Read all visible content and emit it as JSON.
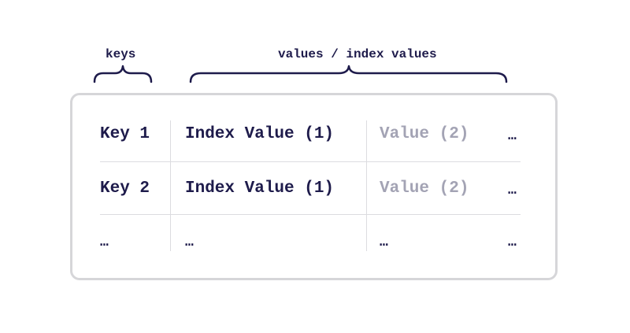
{
  "labels": {
    "keys": "keys",
    "values": "values / index values"
  },
  "rows": [
    {
      "key": "Key 1",
      "index_value": "Index Value (1)",
      "value": "Value (2)",
      "more": "…"
    },
    {
      "key": "Key 2",
      "index_value": "Index Value (1)",
      "value": "Value (2)",
      "more": "…"
    },
    {
      "key": "…",
      "index_value": "…",
      "value": "…",
      "more": "…"
    }
  ],
  "colors": {
    "text_dark": "#1e1b4b",
    "text_muted": "#a3a3b4",
    "border": "#d6d6d9",
    "grid": "#dcdce0"
  }
}
